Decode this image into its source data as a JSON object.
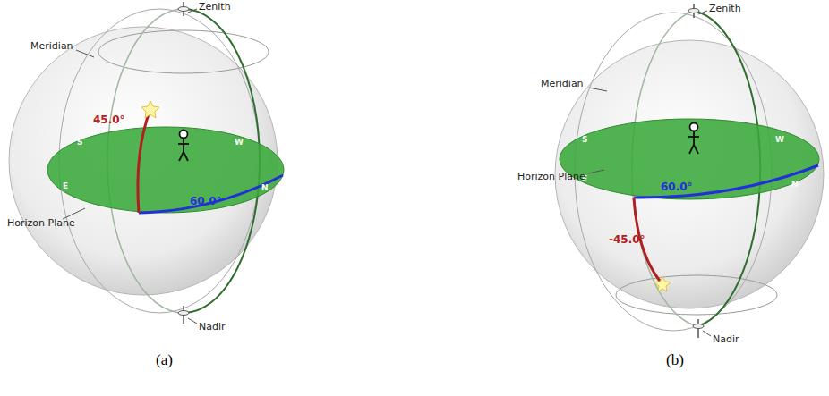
{
  "diagram": {
    "labels": [
      "Zenith",
      "Meridian",
      "45.0°",
      "S",
      "W",
      "E",
      "N",
      "Horizon Plane",
      "60.0°",
      "Nadir",
      "Zenith",
      "Meridian",
      "S",
      "W",
      "60.0°",
      "E",
      "N",
      "Horizon Plane",
      "-45.0°",
      "Nadir",
      "(a)",
      "(b)"
    ]
  }
}
